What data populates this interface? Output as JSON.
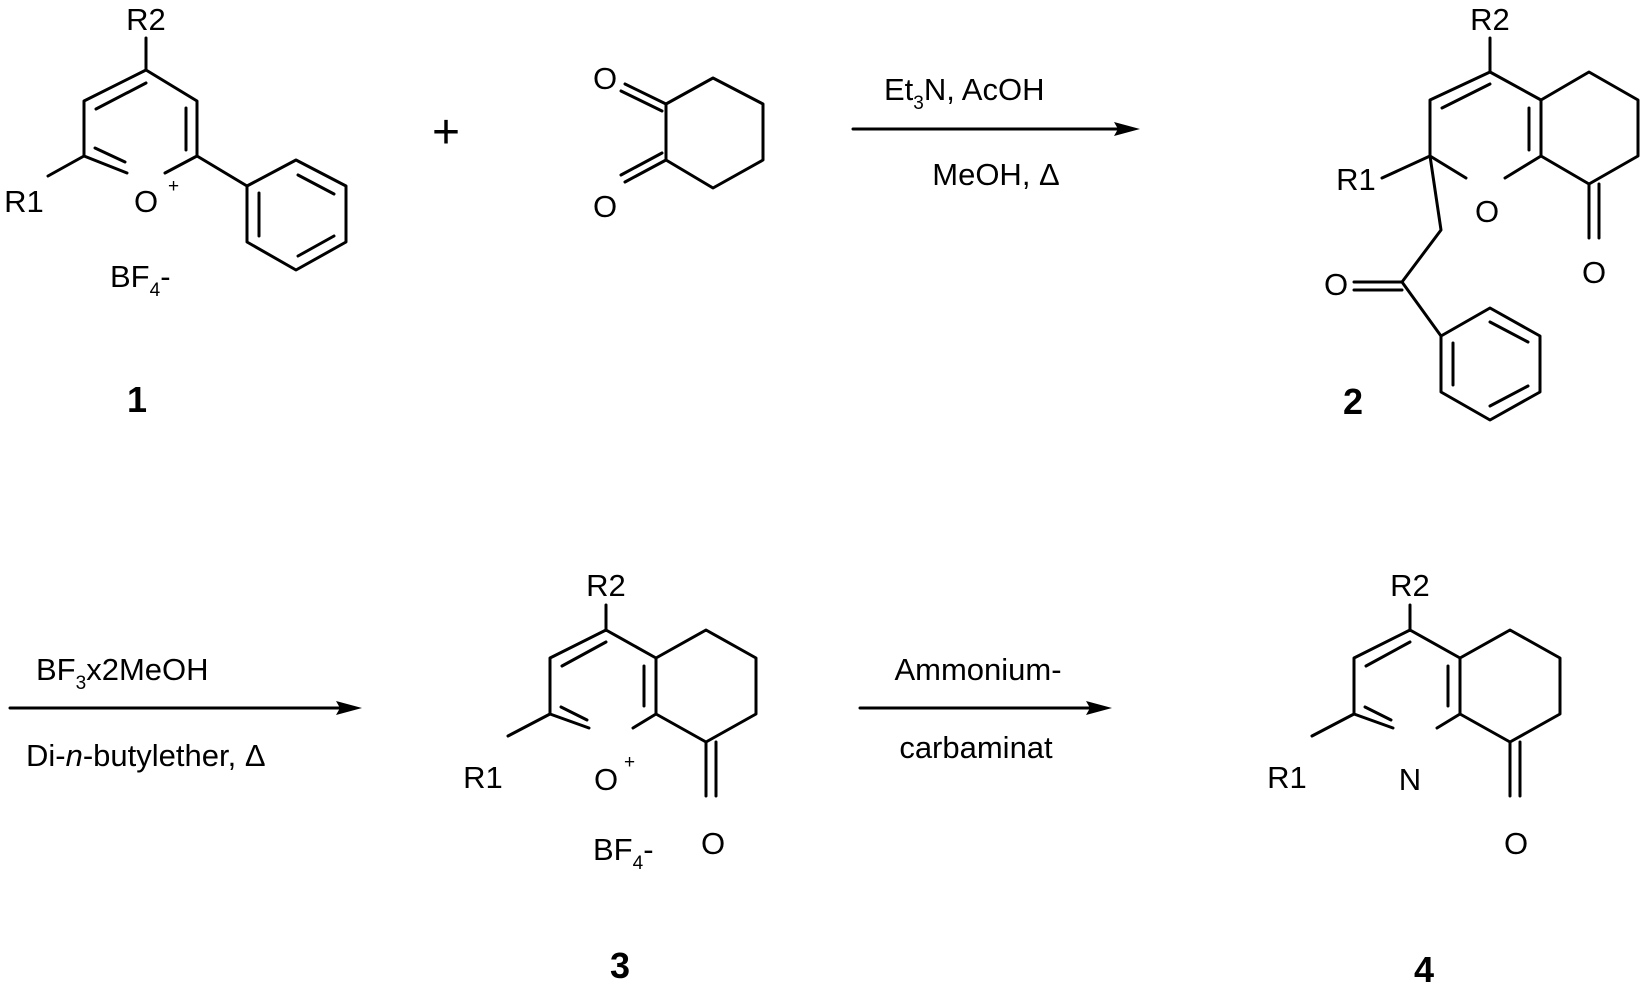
{
  "compound1": {
    "number": "1",
    "r2": "R2",
    "r1": "R1",
    "oxygen": "O",
    "charge": "+",
    "counterion_base": "BF",
    "counterion_sub": "4",
    "counterion_charge": "-"
  },
  "plus_sign": "+",
  "reagent": {
    "o_top": "O",
    "o_bottom": "O"
  },
  "arrow1": {
    "above_a": "Et",
    "above_sub": "3",
    "above_b": "N, AcOH",
    "below": "MeOH, Δ"
  },
  "compound2": {
    "number": "2",
    "r2": "R2",
    "r1": "R1",
    "ring_oxygen": "O",
    "ketone_oxygen": "O",
    "benzoyl_oxygen": "O"
  },
  "arrow2": {
    "above_a": "BF",
    "above_sub": "3",
    "above_b": "x2MeOH",
    "below_a": "Di-",
    "below_italic": "n",
    "below_b": "-butylether, Δ"
  },
  "compound3": {
    "number": "3",
    "r2": "R2",
    "r1": "R1",
    "oxygen": "O",
    "charge": "+",
    "ketone_oxygen": "O",
    "counterion_base": "BF",
    "counterion_sub": "4",
    "counterion_charge": "-"
  },
  "arrow3": {
    "above": "Ammonium-",
    "below": "carbaminat"
  },
  "compound4": {
    "number": "4",
    "r2": "R2",
    "r1": "R1",
    "nitrogen": "N",
    "ketone_oxygen": "O"
  }
}
